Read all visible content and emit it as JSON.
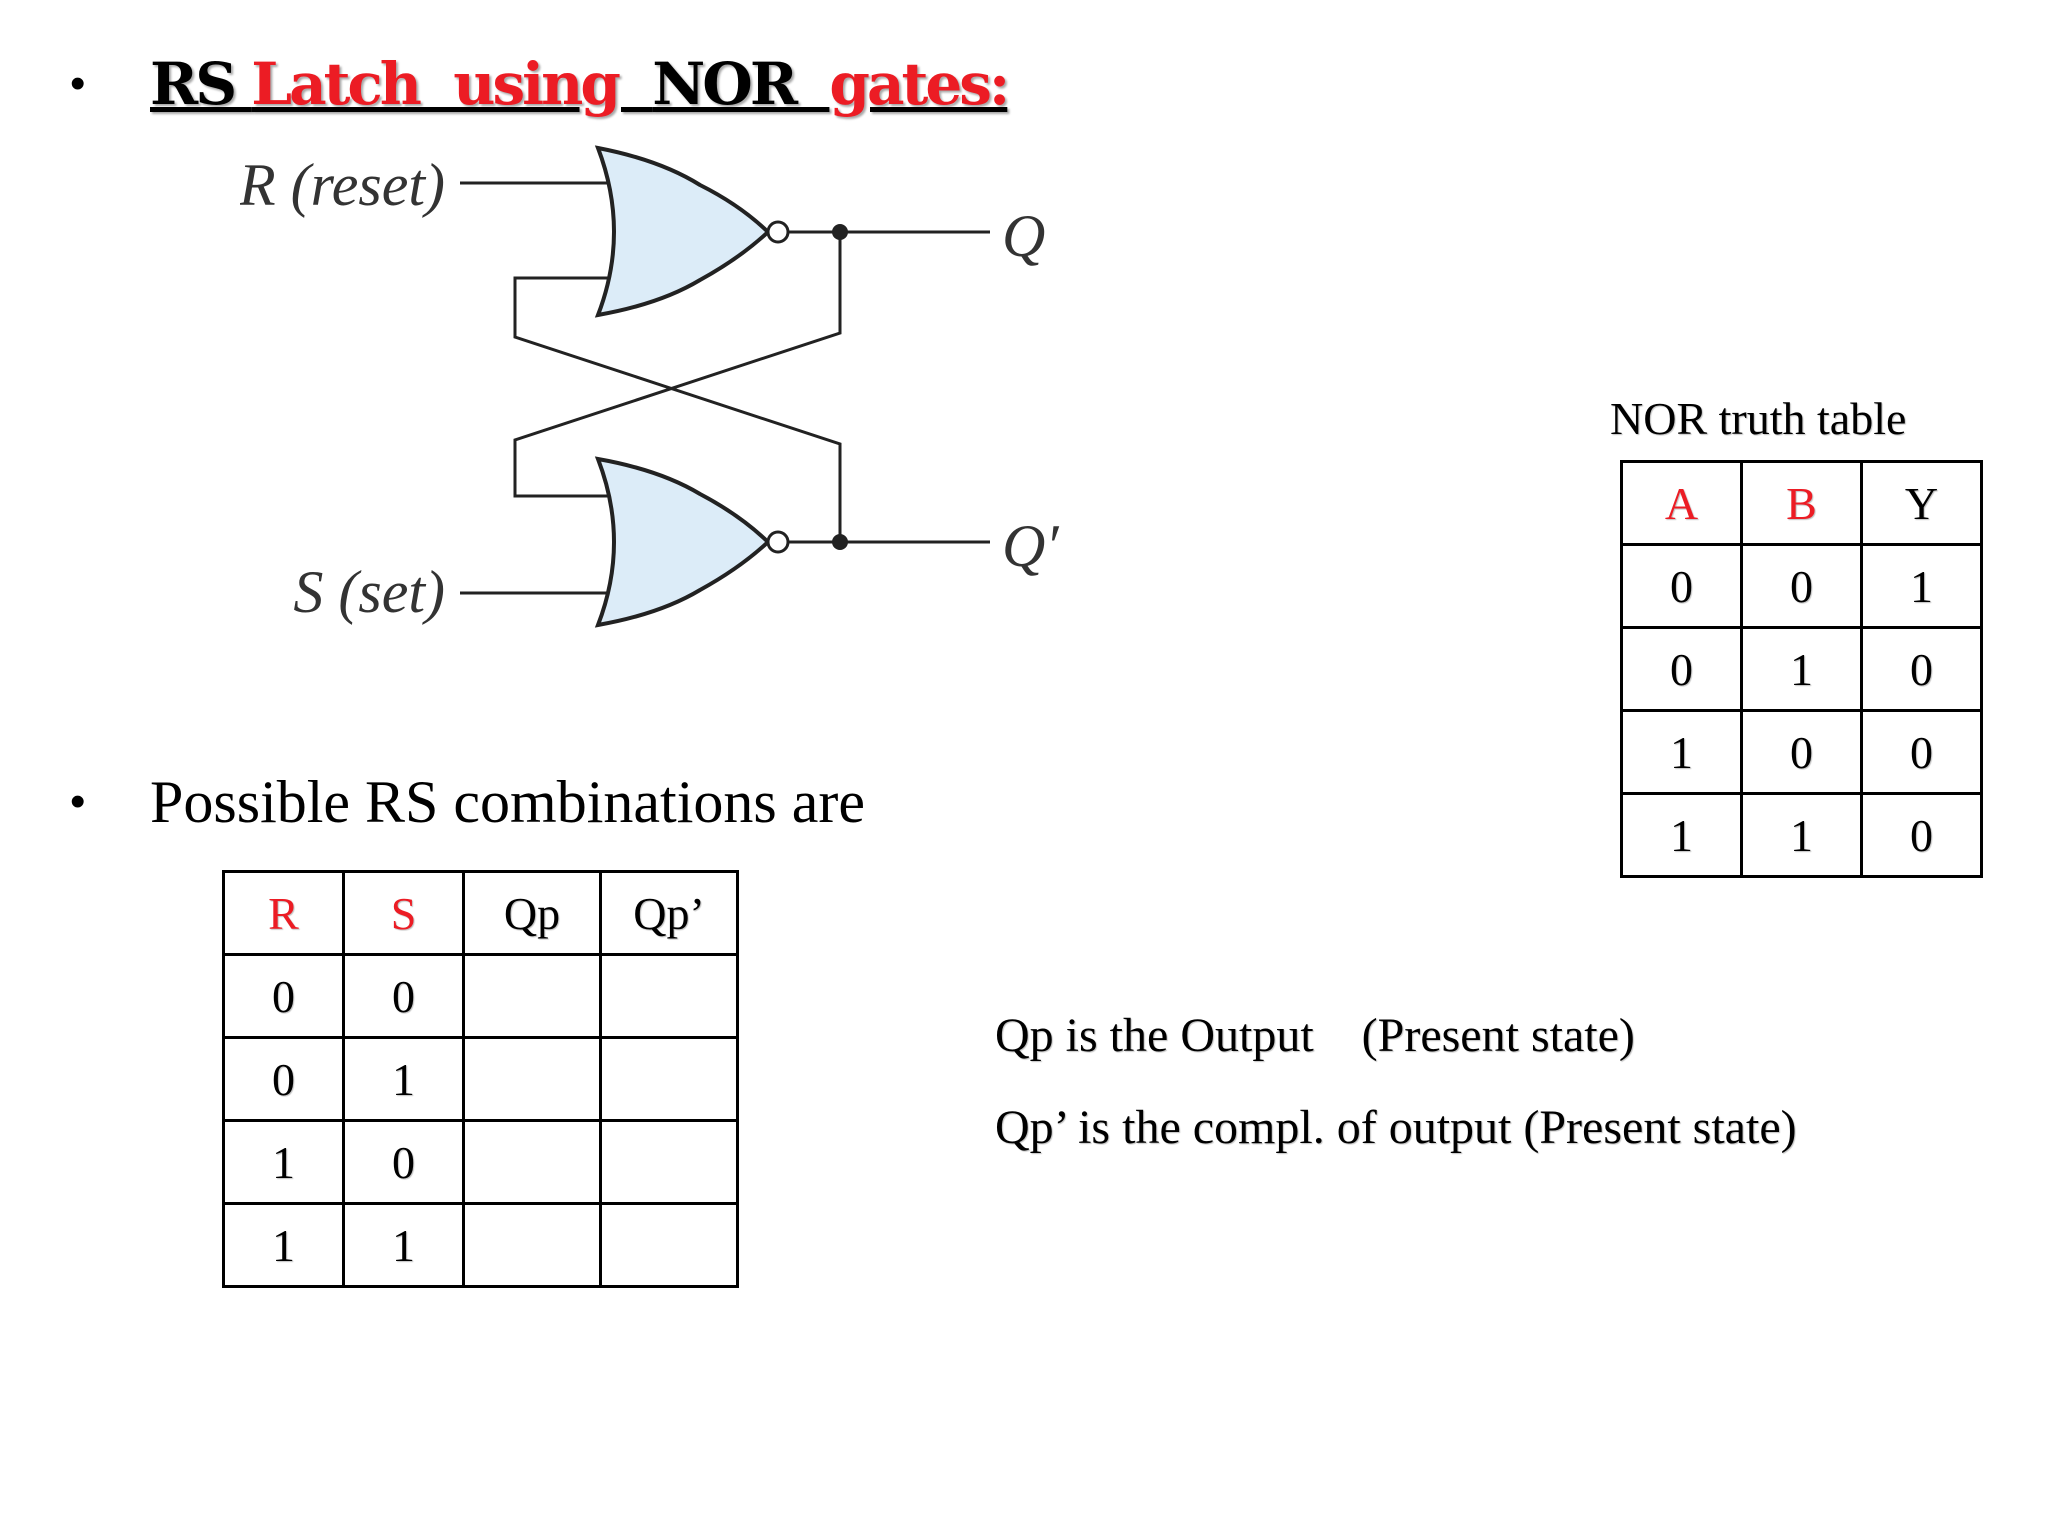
{
  "title": {
    "parts": [
      {
        "text": "RS ",
        "color": "#000000"
      },
      {
        "text": "Latch  using  ",
        "color": "#ec1c24"
      },
      {
        "text": "NOR  ",
        "color": "#000000"
      },
      {
        "text": "gates:",
        "color": "#ec1c24"
      }
    ]
  },
  "bullets": [
    "•",
    "•"
  ],
  "circuit": {
    "labels": {
      "r_input": "R (reset)",
      "s_input": "S (set)",
      "q_output": "Q",
      "qbar_output": "Q′"
    },
    "gate_fill": "#dcecf8"
  },
  "possible_text": "Possible RS combinations are",
  "rs_table": {
    "headers": [
      "R",
      "S",
      "Qp",
      "Qp’"
    ],
    "rows": [
      [
        "0",
        "0",
        "",
        ""
      ],
      [
        "0",
        "1",
        "",
        ""
      ],
      [
        "1",
        "0",
        "",
        ""
      ],
      [
        "1",
        "1",
        "",
        ""
      ]
    ]
  },
  "nor_table": {
    "caption": "NOR truth table",
    "headers": [
      "A",
      "B",
      "Y"
    ],
    "rows": [
      [
        "0",
        "0",
        "1"
      ],
      [
        "0",
        "1",
        "0"
      ],
      [
        "1",
        "0",
        "0"
      ],
      [
        "1",
        "1",
        "0"
      ]
    ]
  },
  "notes": [
    "Qp is the Output    (Present state)",
    "Qp’ is the compl. of output (Present state)"
  ],
  "colors": {
    "accent_red": "#ec1c24"
  }
}
